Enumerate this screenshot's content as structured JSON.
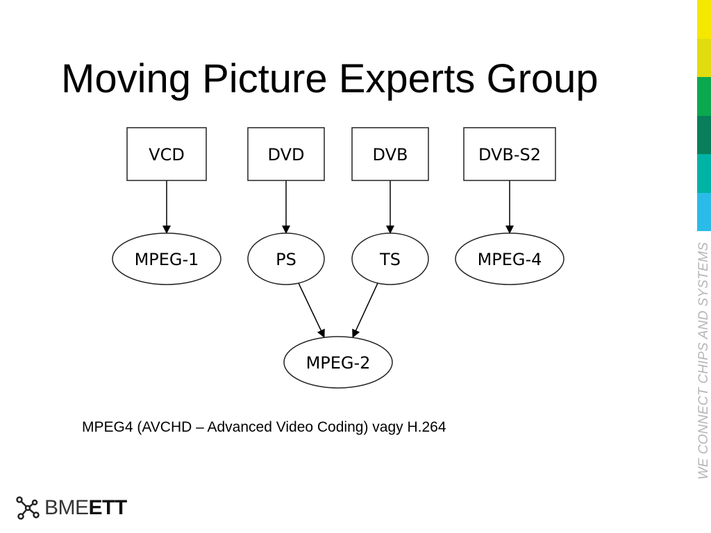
{
  "slide": {
    "title": "Moving Picture Experts Group",
    "caption": "MPEG4 (AVCHD – Advanced Video Coding) vagy H.264"
  },
  "diagram": {
    "nodes": [
      {
        "id": "vcd",
        "label": "VCD",
        "shape": "box"
      },
      {
        "id": "dvd",
        "label": "DVD",
        "shape": "box"
      },
      {
        "id": "dvb",
        "label": "DVB",
        "shape": "box"
      },
      {
        "id": "dvbs2",
        "label": "DVB-S2",
        "shape": "box"
      },
      {
        "id": "mpeg1",
        "label": "MPEG-1",
        "shape": "ellipse"
      },
      {
        "id": "ps",
        "label": "PS",
        "shape": "ellipse"
      },
      {
        "id": "ts",
        "label": "TS",
        "shape": "ellipse"
      },
      {
        "id": "mpeg4",
        "label": "MPEG-4",
        "shape": "ellipse"
      },
      {
        "id": "mpeg2",
        "label": "MPEG-2",
        "shape": "ellipse"
      }
    ],
    "edges": [
      {
        "from": "vcd",
        "to": "mpeg1"
      },
      {
        "from": "dvd",
        "to": "ps"
      },
      {
        "from": "dvb",
        "to": "ts"
      },
      {
        "from": "dvbs2",
        "to": "mpeg4"
      },
      {
        "from": "ps",
        "to": "mpeg2"
      },
      {
        "from": "ts",
        "to": "mpeg2"
      }
    ]
  },
  "branding": {
    "logo_prefix": "BME",
    "logo_bold": "ETT",
    "logo_icon": "molecule-logo-icon",
    "tagline": "WE CONNECT CHIPS AND SYSTEMS",
    "strip_colors": [
      "#f5e800",
      "#e0dc10",
      "#0aa84f",
      "#0a7e5a",
      "#00b3a4",
      "#2bbbe8"
    ]
  }
}
